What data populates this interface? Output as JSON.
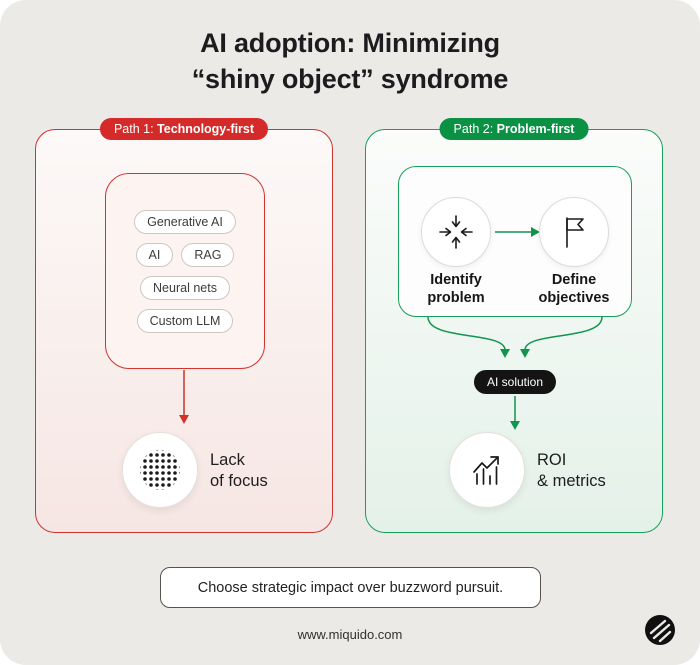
{
  "title": "AI adoption: Minimizing\n“shiny object” syndrome",
  "path1": {
    "badge_prefix": "Path 1: ",
    "badge_bold": "Technology-first",
    "pills": [
      "Generative AI",
      "AI",
      "RAG",
      "Neural nets",
      "Custom LLM"
    ],
    "outcome": "Lack\nof focus"
  },
  "path2": {
    "badge_prefix": "Path 2: ",
    "badge_bold": "Problem-first",
    "step1": "Identify\nproblem",
    "step2": "Define\nobjectives",
    "solution": "AI solution",
    "outcome": "ROI\n& metrics"
  },
  "banner": "Choose strategic impact over buzzword pursuit.",
  "footer": "www.miquido.com",
  "colors": {
    "red": "#d0312d",
    "green": "#12944e",
    "black_pill": "#141414",
    "background": "#eceae7"
  }
}
